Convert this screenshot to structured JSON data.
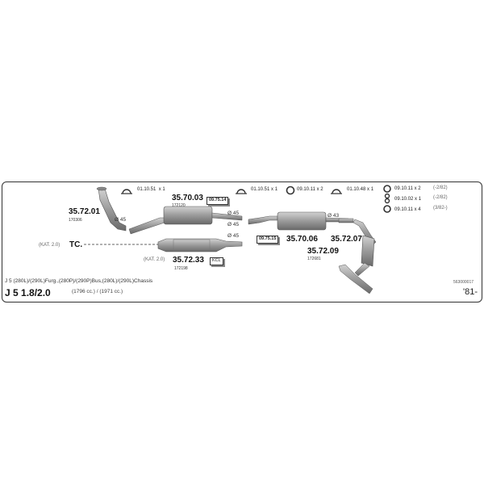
{
  "parts": [
    {
      "id": "p1",
      "number": "35.72.01",
      "ref": "170306"
    },
    {
      "id": "p2",
      "number": "35.70.03",
      "ref": "172120",
      "box": "09.75.14"
    },
    {
      "id": "p3",
      "number": "35.72.33",
      "ref": "172198",
      "prefix": "(KAT. 2.0)",
      "box": "KCL"
    },
    {
      "id": "p4",
      "number": "35.70.06",
      "box": "09.75.15"
    },
    {
      "id": "p5",
      "number": "35.72.07"
    },
    {
      "id": "p6",
      "number": "35.72.09",
      "ref": "172681"
    }
  ],
  "tc": {
    "prefix": "(KAT. 2.0)",
    "label": "TC."
  },
  "diameters": {
    "d1": "Ø 45",
    "d2": "Ø 45",
    "d3": "Ø 45",
    "d4": "Ø 45",
    "d5": "Ø 43"
  },
  "accessories": [
    {
      "code": "01.10.51",
      "qty": "x 1",
      "icon": "clamp-icon"
    },
    {
      "code": "01.10.51",
      "qty": "x 1",
      "icon": "clamp-icon"
    },
    {
      "code": "09.10.11",
      "qty": "x 2",
      "icon": "rubber-ring-icon"
    },
    {
      "code": "01.10.48",
      "qty": "x 1",
      "icon": "clamp-icon"
    }
  ],
  "right_accessories": [
    {
      "code": "09.10.11",
      "qty": "x 2",
      "note": "(-2/82)",
      "icon": "rubber-ring-icon"
    },
    {
      "code": "09.10.02",
      "qty": "x 1",
      "note": "(-2/82)",
      "icon": "hanger-icon"
    },
    {
      "code": "09.10.11",
      "qty": "x 4",
      "note": "(3/82-)",
      "icon": "rubber-ring-icon"
    }
  ],
  "footer": {
    "variants": "J 5 (280L)/(290L)Furg.,(280P)/(290P)Bus,(280L)/(290L)Chassis",
    "model": "J 5  1.8/2.0",
    "cc": "(1796 cc.) / (1971 cc.)",
    "code": "563000017",
    "year": "'81-"
  },
  "colors": {
    "metal": "#a9a9a9",
    "metal_dark": "#6e6e6e",
    "frame": "#333333"
  }
}
